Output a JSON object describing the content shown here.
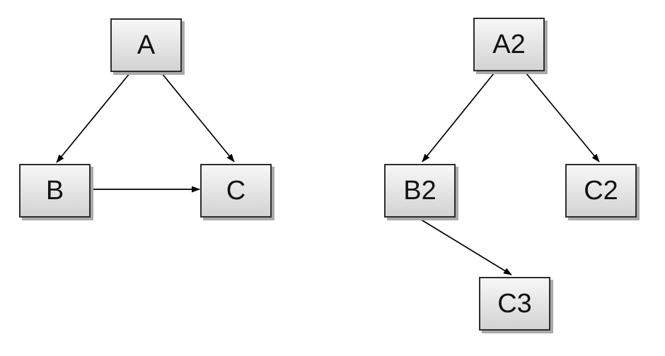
{
  "graphs": {
    "left": {
      "nodes": [
        {
          "id": "A",
          "label": "A"
        },
        {
          "id": "B",
          "label": "B"
        },
        {
          "id": "C",
          "label": "C"
        }
      ],
      "edges": [
        {
          "from": "A",
          "to": "B"
        },
        {
          "from": "A",
          "to": "C"
        },
        {
          "from": "B",
          "to": "C"
        }
      ]
    },
    "right": {
      "nodes": [
        {
          "id": "A2",
          "label": "A2"
        },
        {
          "id": "B2",
          "label": "B2"
        },
        {
          "id": "C2",
          "label": "C2"
        },
        {
          "id": "C3",
          "label": "C3"
        }
      ],
      "edges": [
        {
          "from": "A2",
          "to": "B2"
        },
        {
          "from": "A2",
          "to": "C2"
        },
        {
          "from": "B2",
          "to": "C3"
        }
      ]
    }
  },
  "colors": {
    "node_fill_top": "#f7f7f7",
    "node_fill_bottom": "#d3d3d3",
    "node_border": "#2d2d2d",
    "node_shadow": "#aaaaaa",
    "edge": "#000000",
    "background": "#ffffff"
  }
}
